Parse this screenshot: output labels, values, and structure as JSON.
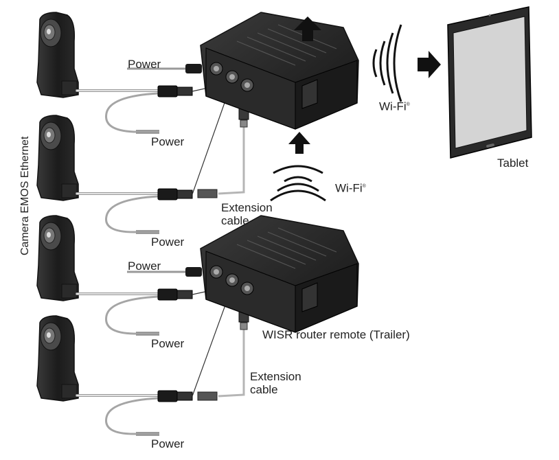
{
  "labels": {
    "power": "Power",
    "wifi": "Wi-Fi",
    "wifi_mark": "®",
    "extension_line1": "Extension",
    "extension_line2": "cable",
    "tablet": "Tablet",
    "router_remote": "WISR router remote (Trailer)",
    "camera_side": "Camera EMOS Ethernet"
  },
  "colors": {
    "device_body": "#1f1f1f",
    "device_edge": "#555555",
    "cable": "#c8c8c8",
    "cable_edge": "#8a8a8a",
    "arrow": "#111111",
    "tablet_frame": "#2a2a2a",
    "tablet_screen": "#d4d4d4"
  },
  "icons": [
    "camera-icon",
    "router-icon",
    "tablet-icon",
    "wifi-waves-icon",
    "arrow-icon",
    "connector-icon"
  ]
}
